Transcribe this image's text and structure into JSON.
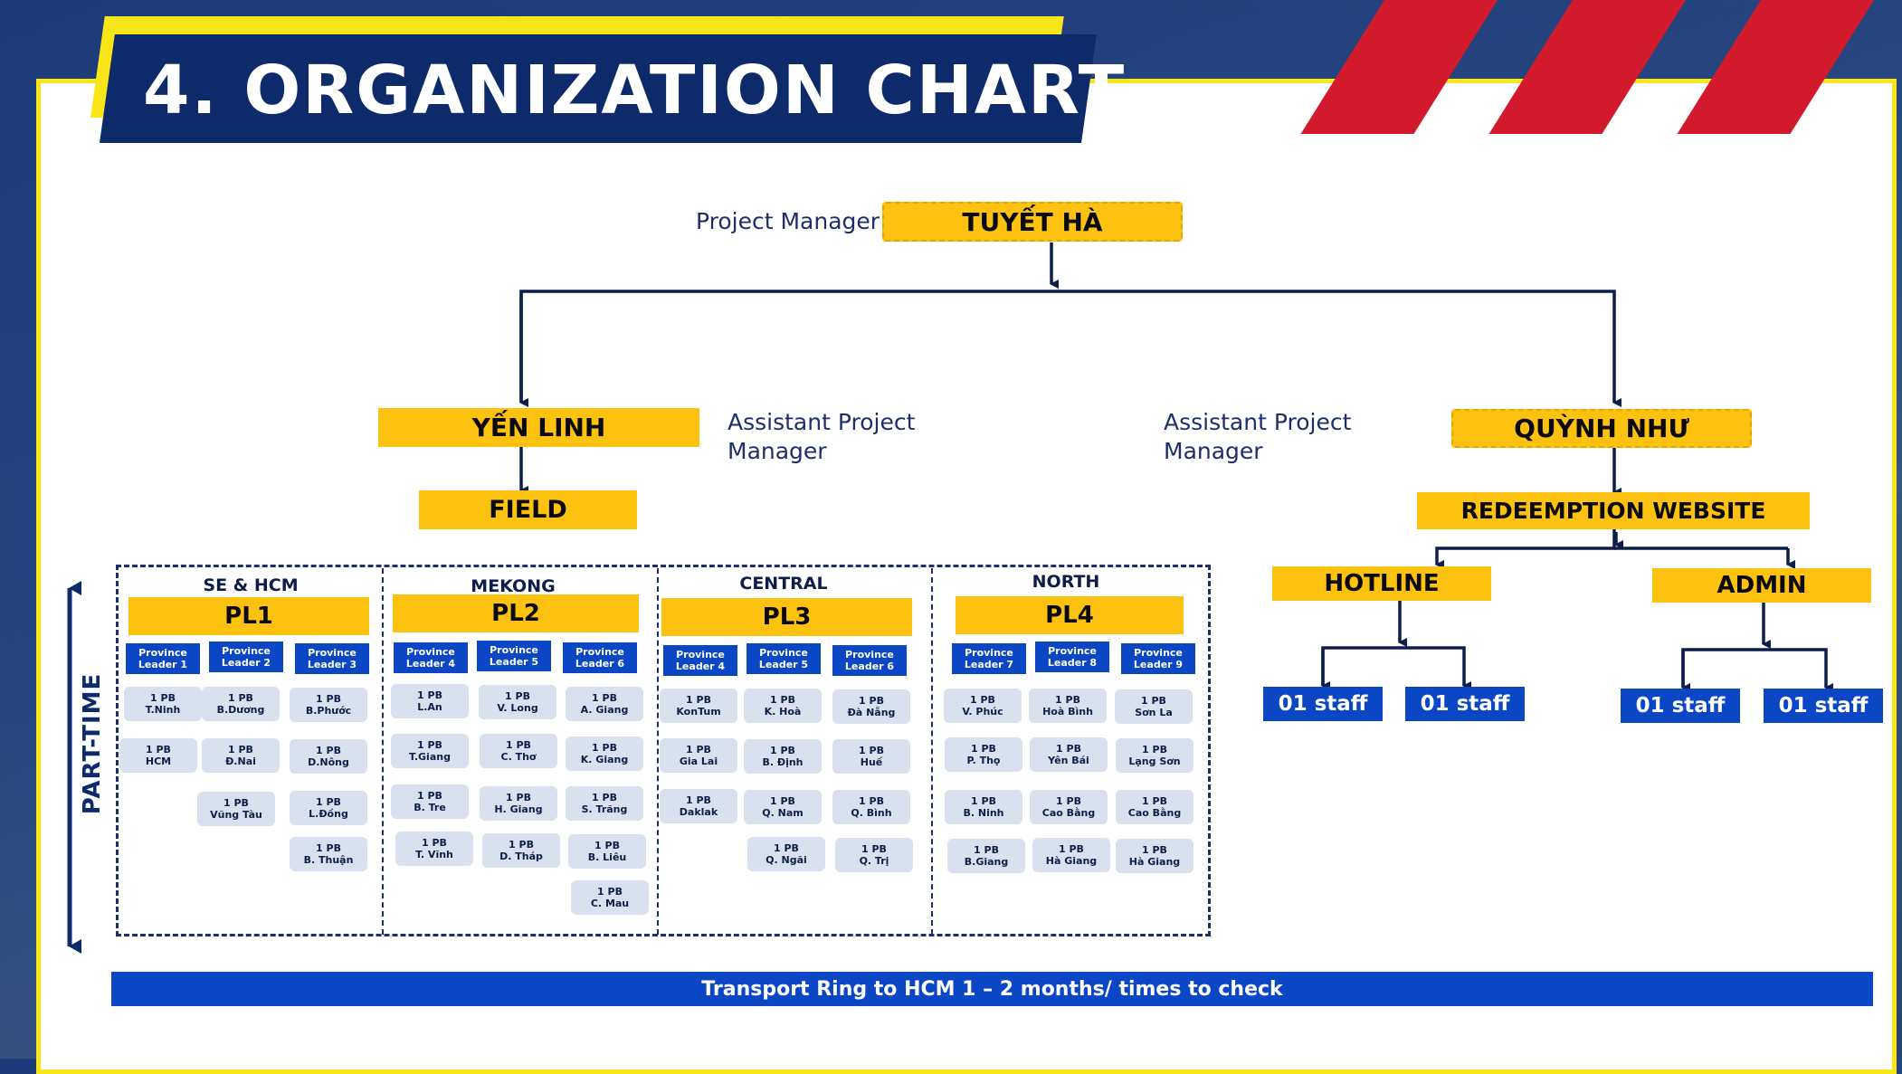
{
  "title": "4. ORGANIZATION CHART",
  "project_manager": {
    "role": "Project Manager",
    "name": "TUYẾT HÀ"
  },
  "left_branch": {
    "name": "YẾN LINH",
    "role": "Assistant Project\nManager",
    "unit": "FIELD"
  },
  "right_branch": {
    "name": "QUỲNH NHƯ",
    "role": "Assistant Project\nManager",
    "unit": "REDEEMPTION WEBSITE",
    "hotline": {
      "label": "HOTLINE",
      "staff": [
        "01 staff",
        "01 staff"
      ]
    },
    "admin": {
      "label": "ADMIN",
      "staff": [
        "01 staff",
        "01 staff"
      ]
    }
  },
  "part_time_label": "PART-TIME",
  "regions": [
    {
      "region": "SE & HCM",
      "pl": "PL1",
      "leaders": [
        "Province\nLeader 1",
        "Province\nLeader 2",
        "Province\nLeader 3"
      ],
      "columns": [
        [
          "1 PB\nT.Ninh",
          "1 PB\nHCM"
        ],
        [
          "1 PB\nB.Dương",
          "1 PB\nĐ.Nai",
          "1 PB\nVũng Tàu"
        ],
        [
          "1 PB\nB.Phước",
          "1 PB\nD.Nông",
          "1 PB\nL.Đồng",
          "1 PB\nB. Thuận"
        ]
      ]
    },
    {
      "region": "MEKONG",
      "pl": "PL2",
      "leaders": [
        "Province\nLeader 4",
        "Province\nLeader 5",
        "Province\nLeader 6"
      ],
      "columns": [
        [
          "1 PB\nL.An",
          "1 PB\nT.Giang",
          "1 PB\nB. Tre",
          "1 PB\nT. Vĩnh"
        ],
        [
          "1 PB\nV. Long",
          "1 PB\nC. Thơ",
          "1 PB\nH. Giang",
          "1 PB\nD. Tháp"
        ],
        [
          "1 PB\nA. Giang",
          "1 PB\nK. Giang",
          "1 PB\nS. Trăng",
          "1 PB\nB. Liêu",
          "1 PB\nC. Mau"
        ]
      ]
    },
    {
      "region": "CENTRAL",
      "pl": "PL3",
      "leaders": [
        "Province\nLeader 4",
        "Province\nLeader 5",
        "Province\nLeader 6"
      ],
      "columns": [
        [
          "1 PB\nKonTum",
          "1 PB\nGia Lai",
          "1 PB\nDaklak"
        ],
        [
          "1 PB\nK. Hoà",
          "1 PB\nB. Định",
          "1 PB\nQ. Nam",
          "1 PB\nQ. Ngãi"
        ],
        [
          "1 PB\nĐà Nẵng",
          "1 PB\nHuế",
          "1 PB\nQ. Bình",
          "1 PB\nQ. Trị"
        ]
      ]
    },
    {
      "region": "NORTH",
      "pl": "PL4",
      "leaders": [
        "Province\nLeader 7",
        "Province\nLeader 8",
        "Province\nLeader 9"
      ],
      "columns": [
        [
          "1 PB\nV. Phúc",
          "1 PB\nP. Thọ",
          "1 PB\nB. Ninh",
          "1 PB\nB.Giang"
        ],
        [
          "1 PB\nHoà Bình",
          "1 PB\nYên Bái",
          "1 PB\nCao Bằng",
          "1 PB\nHà Giang"
        ],
        [
          "1 PB\nSơn La",
          "1 PB\nLạng Sơn",
          "1 PB\nCao Bằng",
          "1 PB\nHà Giang"
        ]
      ]
    }
  ],
  "footer": "Transport Ring to HCM 1 – 2 months/ times to check",
  "colors": {
    "navy": "#0d2a6b",
    "yellow": "#fcc20f",
    "blue": "#0b47c4",
    "red": "#d31a2d",
    "frame": "#f9e619"
  }
}
